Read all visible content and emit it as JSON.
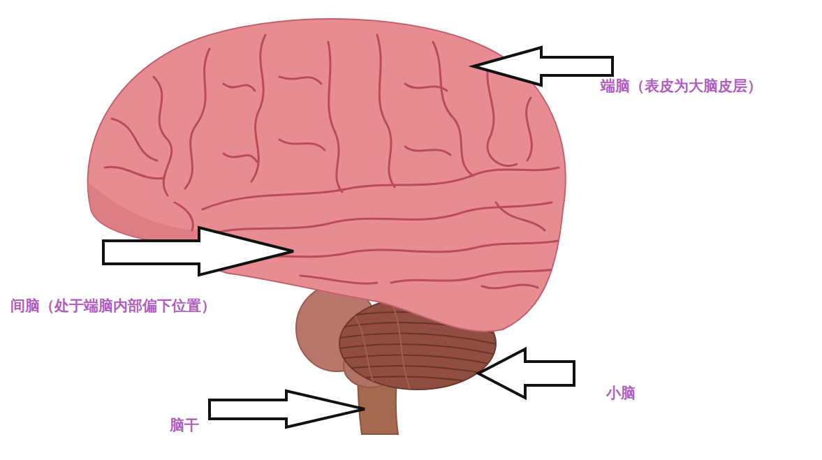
{
  "diagram": {
    "labels": [
      "端脑（表皮为大脑皮层）",
      "间脑（处于端脑内部偏下位置）",
      "小脑",
      "脑干"
    ]
  }
}
